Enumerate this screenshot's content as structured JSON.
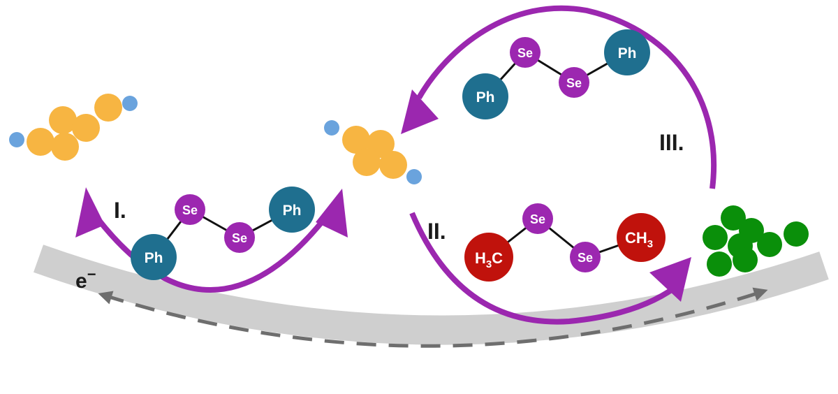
{
  "labels": {
    "electron": "e",
    "electron_sup": "−",
    "step_i": "I.",
    "step_ii": "II.",
    "step_iii": "III."
  },
  "molecules": {
    "diphenyl_diselenide_a": {
      "left": "Ph",
      "se1": "Se",
      "se2": "Se",
      "right": "Ph"
    },
    "diphenyl_diselenide_b": {
      "left": "Ph",
      "se1": "Se",
      "se2": "Se",
      "right": "Ph"
    },
    "dimethyl_diselenide": {
      "left_main": "H",
      "left_sub": "3",
      "left_tail": "C",
      "se1": "Se",
      "se2": "Se",
      "right_main": "CH",
      "right_sub": "3"
    }
  },
  "colors": {
    "arrow_purple": "#9b27af",
    "se_purple": "#9c27b0",
    "ph_teal": "#1f6f8f",
    "methyl_red": "#c0120c",
    "orange": "#f7b542",
    "blue": "#6aa3dd",
    "green": "#0a8f0a",
    "band_gray": "#cfcfcf",
    "dash_gray": "#6e6e6e"
  }
}
